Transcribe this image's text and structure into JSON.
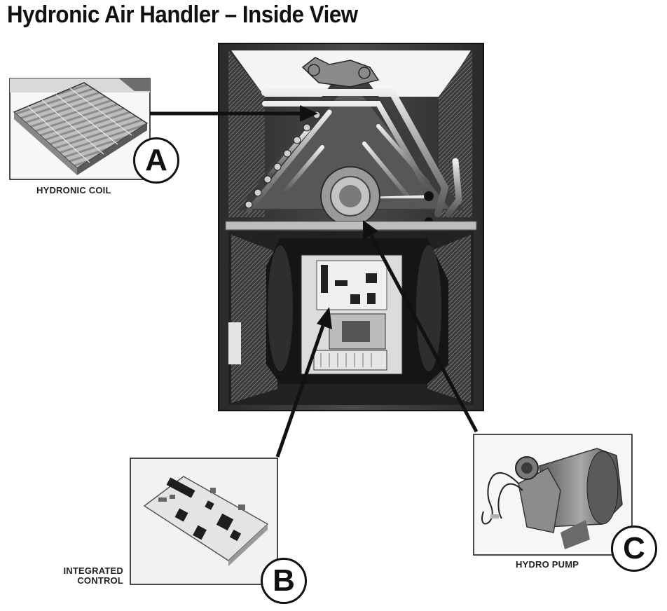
{
  "title": "Hydronic Air Handler – Inside View",
  "callouts": {
    "a": {
      "letter": "A",
      "label": "HYDRONIC COIL"
    },
    "b": {
      "letter": "B",
      "label_line1": "INTEGRATED",
      "label_line2": "CONTROL"
    },
    "c": {
      "letter": "C",
      "label": "HYDRO PUMP"
    }
  },
  "colors": {
    "photo_dark": "#1e1e1e",
    "photo_mid": "#6a6a6a",
    "photo_light": "#d8d8d8",
    "line": "#111111"
  }
}
